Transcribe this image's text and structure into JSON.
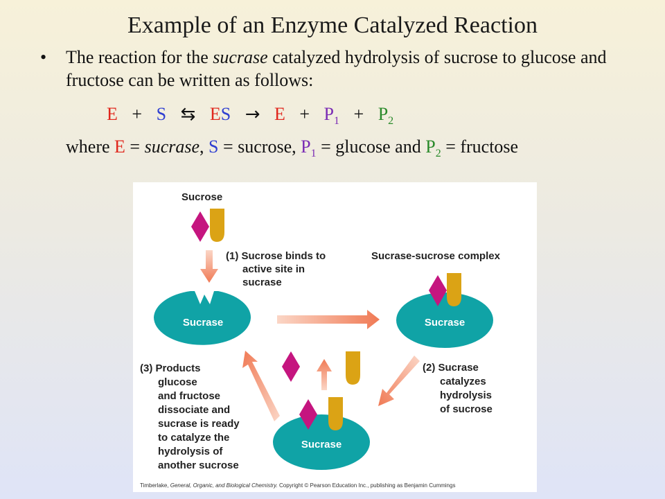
{
  "title": "Example of an Enzyme Catalyzed Reaction",
  "bullet": {
    "dot": "•",
    "text_a": "The reaction for the ",
    "text_em": "sucrase",
    "text_b": " catalyzed hydrolysis of sucrose to glucose and fructose can be written as follows:"
  },
  "equation": {
    "E": "E",
    "plus1": "+",
    "S": "S",
    "eq_arrow": "⇆",
    "ES": "ES",
    "arrow": "→",
    "E2": "E",
    "plus2": "+",
    "P": "P",
    "sub1": "1",
    "plus3": "+",
    "P2": "P",
    "sub2": "2"
  },
  "where": {
    "w": "where ",
    "E": "E",
    "eq1": " = ",
    "sucrase": "sucrase",
    "c1": ", ",
    "S": "S",
    "eq2": " = sucrose, ",
    "P": "P",
    "sub1": "1",
    "eq3": " = glucose and ",
    "P2": "P",
    "sub2": "2",
    "eq4": " = fructose"
  },
  "figure": {
    "sucrose_label": "Sucrose",
    "step1": [
      "(1) Sucrose binds to",
      "active site in",
      "sucrase"
    ],
    "complex_label": "Sucrase-sucrose complex",
    "enzyme_label": "Sucrase",
    "step2": [
      "(2) Sucrase",
      "catalyzes",
      "hydrolysis",
      "of sucrose"
    ],
    "step3": [
      "(3) Products",
      "glucose",
      "and fructose",
      "dissociate and",
      "sucrase is ready",
      "to catalyze the",
      "hydrolysis of",
      "another sucrose"
    ],
    "credit_a": "Timberlake, ",
    "credit_em": "General, Organic, and Biological Chemistry.",
    "credit_b": " Copyright © Pearson Education Inc., publishing as Benjamin Cummings"
  },
  "colors": {
    "enzyme": "#10a3a6",
    "glucose": "#c5157f",
    "fructose": "#dba315",
    "arrow": "#f28a6a"
  }
}
